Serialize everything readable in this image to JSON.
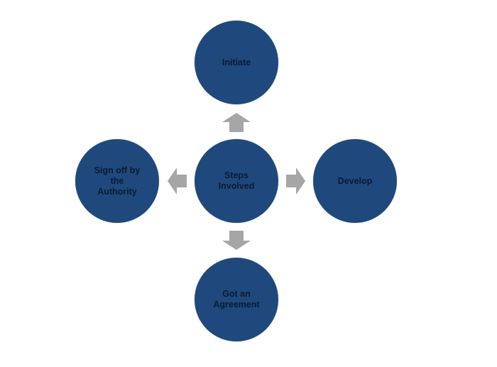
{
  "diagram": {
    "center": "Steps\nInvolved",
    "top": "Initiate",
    "right": "Develop",
    "bottom": "Got an\nAgreement",
    "left": "Sign off by\nthe\nAuthority"
  },
  "colors": {
    "node_fill": "#1f497d",
    "arrow": "#a6a6a6",
    "text": "#0b1a33"
  }
}
